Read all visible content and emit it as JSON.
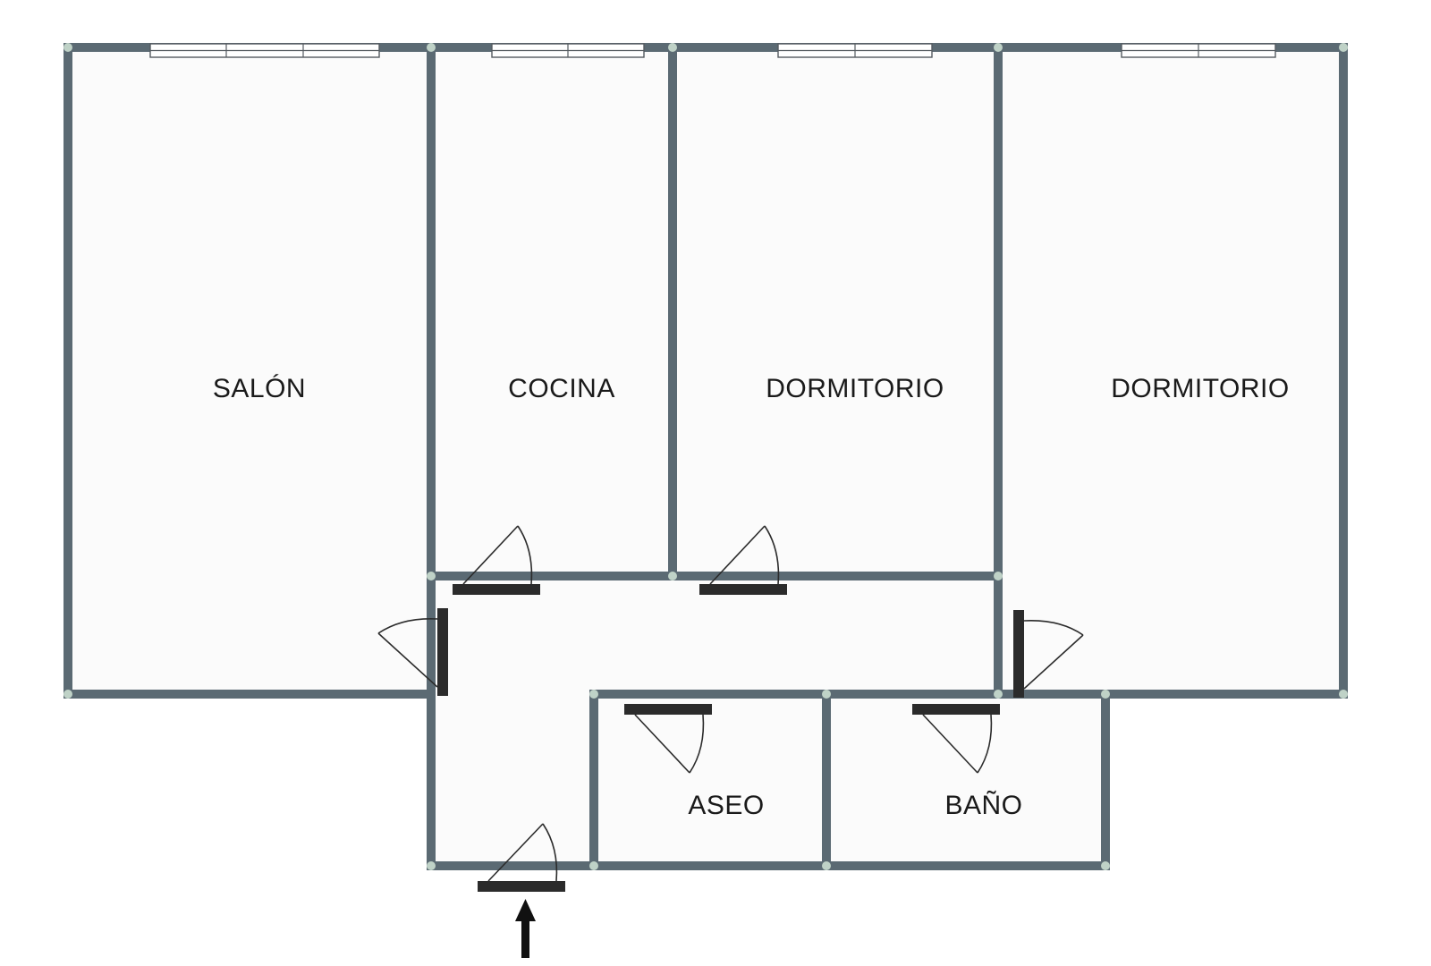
{
  "plan": {
    "rooms": [
      {
        "id": "salon",
        "label": "SALÓN"
      },
      {
        "id": "cocina",
        "label": "COCINA"
      },
      {
        "id": "dormitorio-1",
        "label": "DORMITORIO"
      },
      {
        "id": "dormitorio-2",
        "label": "DORMITORIO"
      },
      {
        "id": "aseo",
        "label": "ASEO"
      },
      {
        "id": "bano",
        "label": "BAÑO"
      }
    ],
    "colors": {
      "wall": "#5b6a73",
      "door": "#2b2b2b",
      "background": "#fbfbfb"
    },
    "entrance_marker": "up-arrow-icon"
  }
}
